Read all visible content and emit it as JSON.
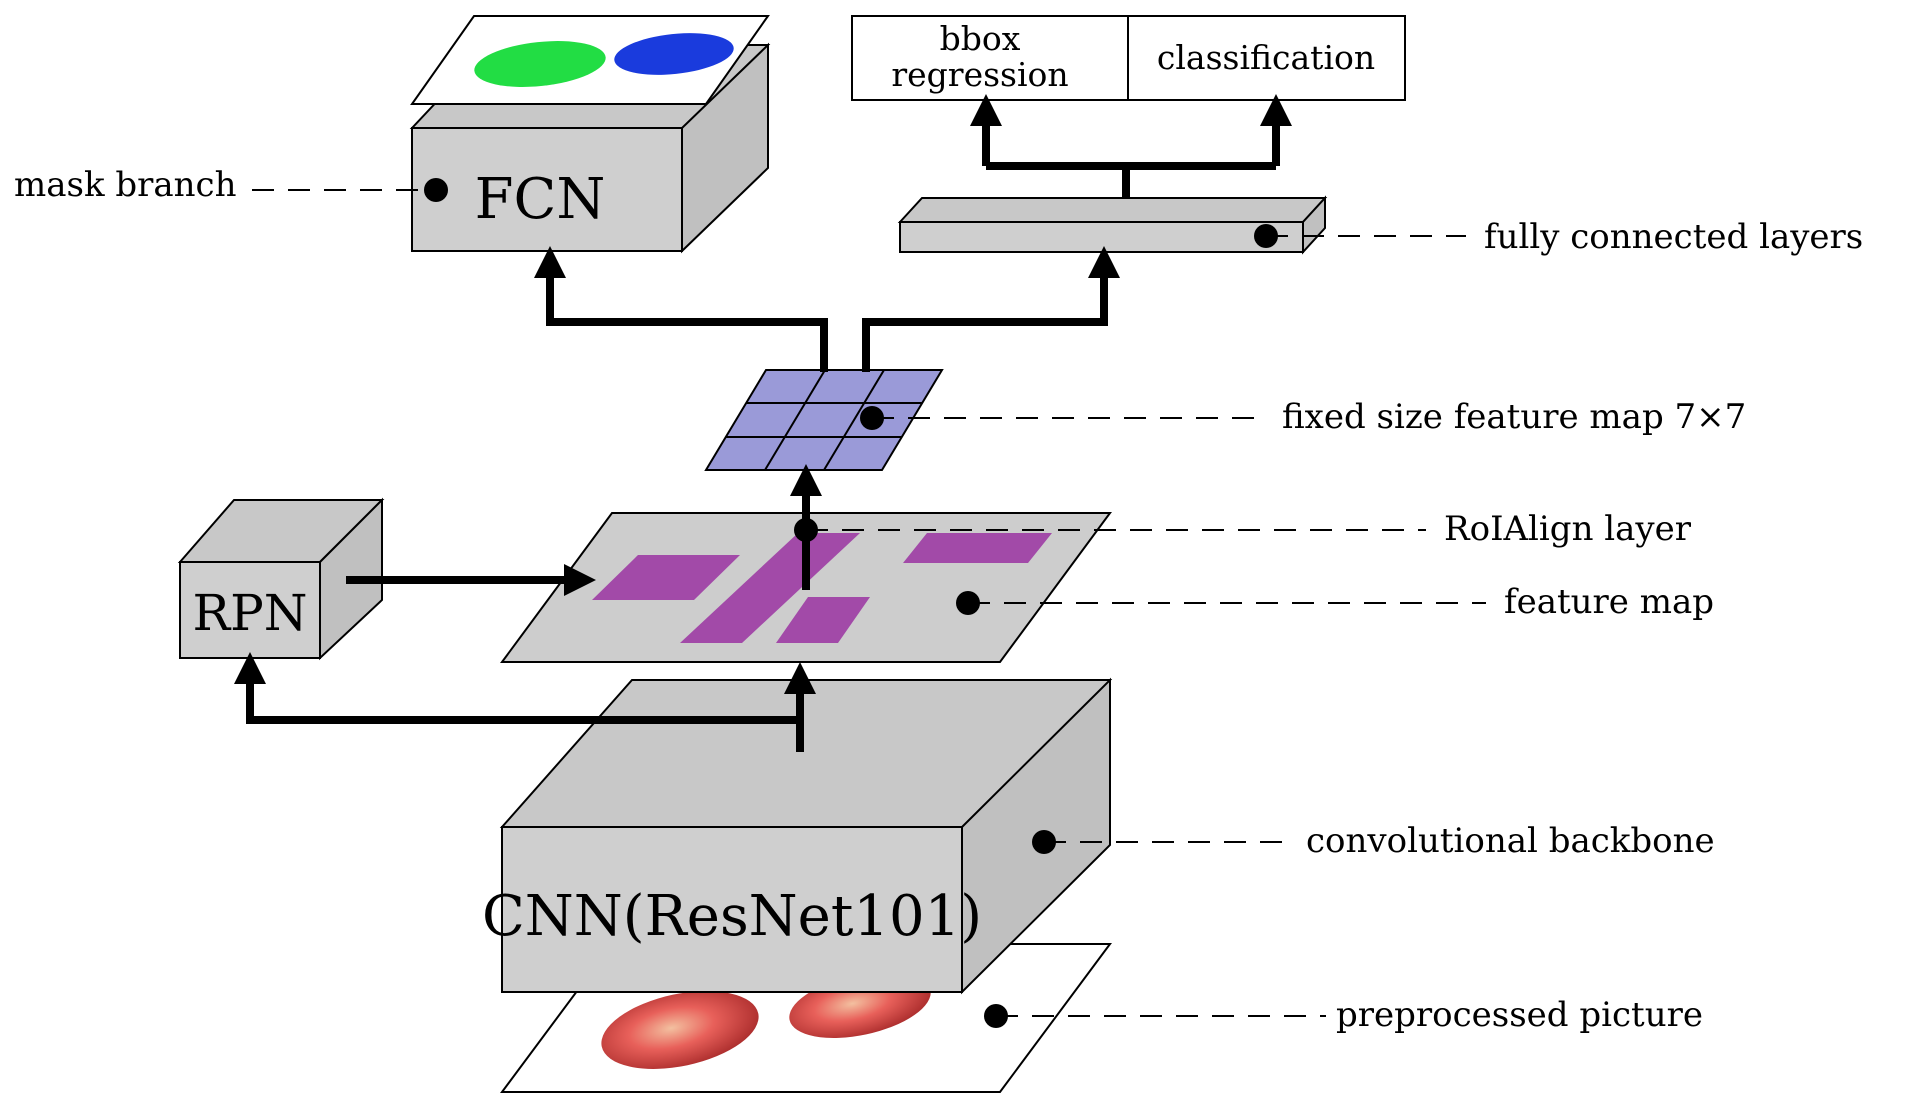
{
  "diagram": {
    "components": {
      "fcn": "FCN",
      "rpn": "RPN",
      "cnn": "CNN(ResNet101)",
      "bbox_line1": "bbox",
      "bbox_line2": "regression",
      "classification": "classification"
    },
    "annotations": {
      "mask_branch": "mask branch",
      "fully_connected": "fully connected layers",
      "fixed_size": "fixed size feature map 7×7",
      "roialign": "RoIAlign layer",
      "feature_map": "feature map",
      "conv_backbone": "convolutional backbone",
      "preprocessed": "preprocessed picture"
    },
    "colors": {
      "block_fill": "#cfcfcf",
      "block_side": "#c4c4c4",
      "roi_purple": "#a24aa8",
      "grid_purple": "#9a9ad8",
      "mask_green": "#22dd44",
      "mask_blue": "#1a3bdd"
    }
  }
}
